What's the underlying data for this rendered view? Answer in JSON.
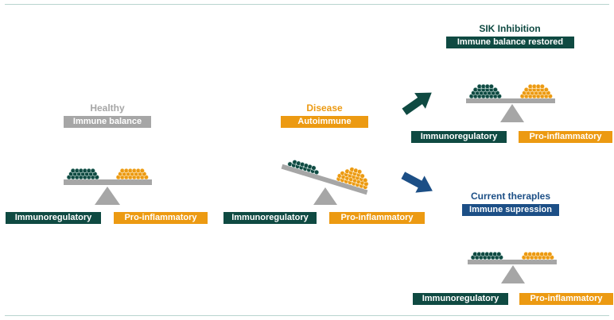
{
  "panels": {
    "healthy": {
      "title": "Healthy",
      "subtitle": "Immune balance",
      "left_label": "Immunoregulatory",
      "right_label": "Pro-inflammatory"
    },
    "disease": {
      "title": "Disease",
      "subtitle": "Autoimmune",
      "left_label": "Immunoregulatory",
      "right_label": "Pro-inflammatory"
    },
    "sik": {
      "title": "SIK Inhibition",
      "subtitle": "Immune balance restored",
      "left_label": "Immunoregulatory",
      "right_label": "Pro-inflammatory"
    },
    "current": {
      "title": "Current theraples",
      "subtitle": "Immune supression",
      "left_label": "Immunoregulatory",
      "right_label": "Pro-inflammatory"
    }
  },
  "colors": {
    "healthy_title": "#a6a6a6",
    "healthy_tag": "#a6a6a6",
    "orange": "#ec9a12",
    "dark_green": "#0f4a42",
    "navy": "#1c4f86",
    "gray": "#a6a6a6",
    "arrow_green": "#0f4a42",
    "arrow_blue": "#1c4f86",
    "rule": "#b9d4cf"
  }
}
